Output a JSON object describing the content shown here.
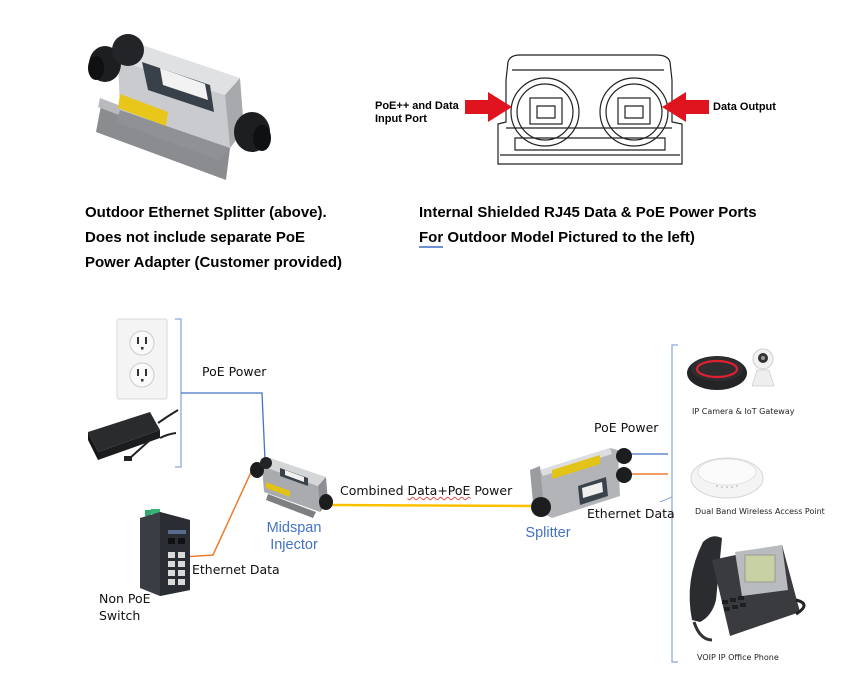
{
  "captions": {
    "splitter_caption": [
      "Outdoor Ethernet Splitter (above).",
      "Does not include separate PoE",
      "Power Adapter (Customer provided)"
    ],
    "ports_caption_line1": "Internal Shielded RJ45 Data & PoE Power Ports",
    "ports_caption_line2_underlined": "For",
    "ports_caption_line2_rest": " Outdoor Model Pictured to the left)"
  },
  "port_diagram": {
    "input_label": [
      "PoE++ and Data",
      "Input Port"
    ],
    "output_label": "Data Output",
    "arrow_color": "#e0141e"
  },
  "diagram": {
    "labels": {
      "poe_power_left": "PoE Power",
      "ethernet_data_left": "Ethernet Data",
      "switch": [
        "Non PoE",
        "Switch"
      ],
      "injector": [
        "Midspan",
        "Injector"
      ],
      "combined": "Combined ",
      "combined_data": "Data+PoE",
      "combined_power": " Power",
      "splitter": "Splitter",
      "poe_power_right": "PoE Power",
      "ethernet_data_right": "Ethernet Data"
    },
    "devices": [
      {
        "name": "IP Camera & IoT Gateway"
      },
      {
        "name": "Dual Band Wireless Access Point"
      },
      {
        "name": "VOIP IP Office Phone"
      }
    ],
    "colors": {
      "power_line": "#4472c4",
      "data_line": "#ed7d31",
      "combined_line": "#ffc000",
      "bracket": "#8ea9db",
      "label_blue": "#4472c4"
    }
  }
}
